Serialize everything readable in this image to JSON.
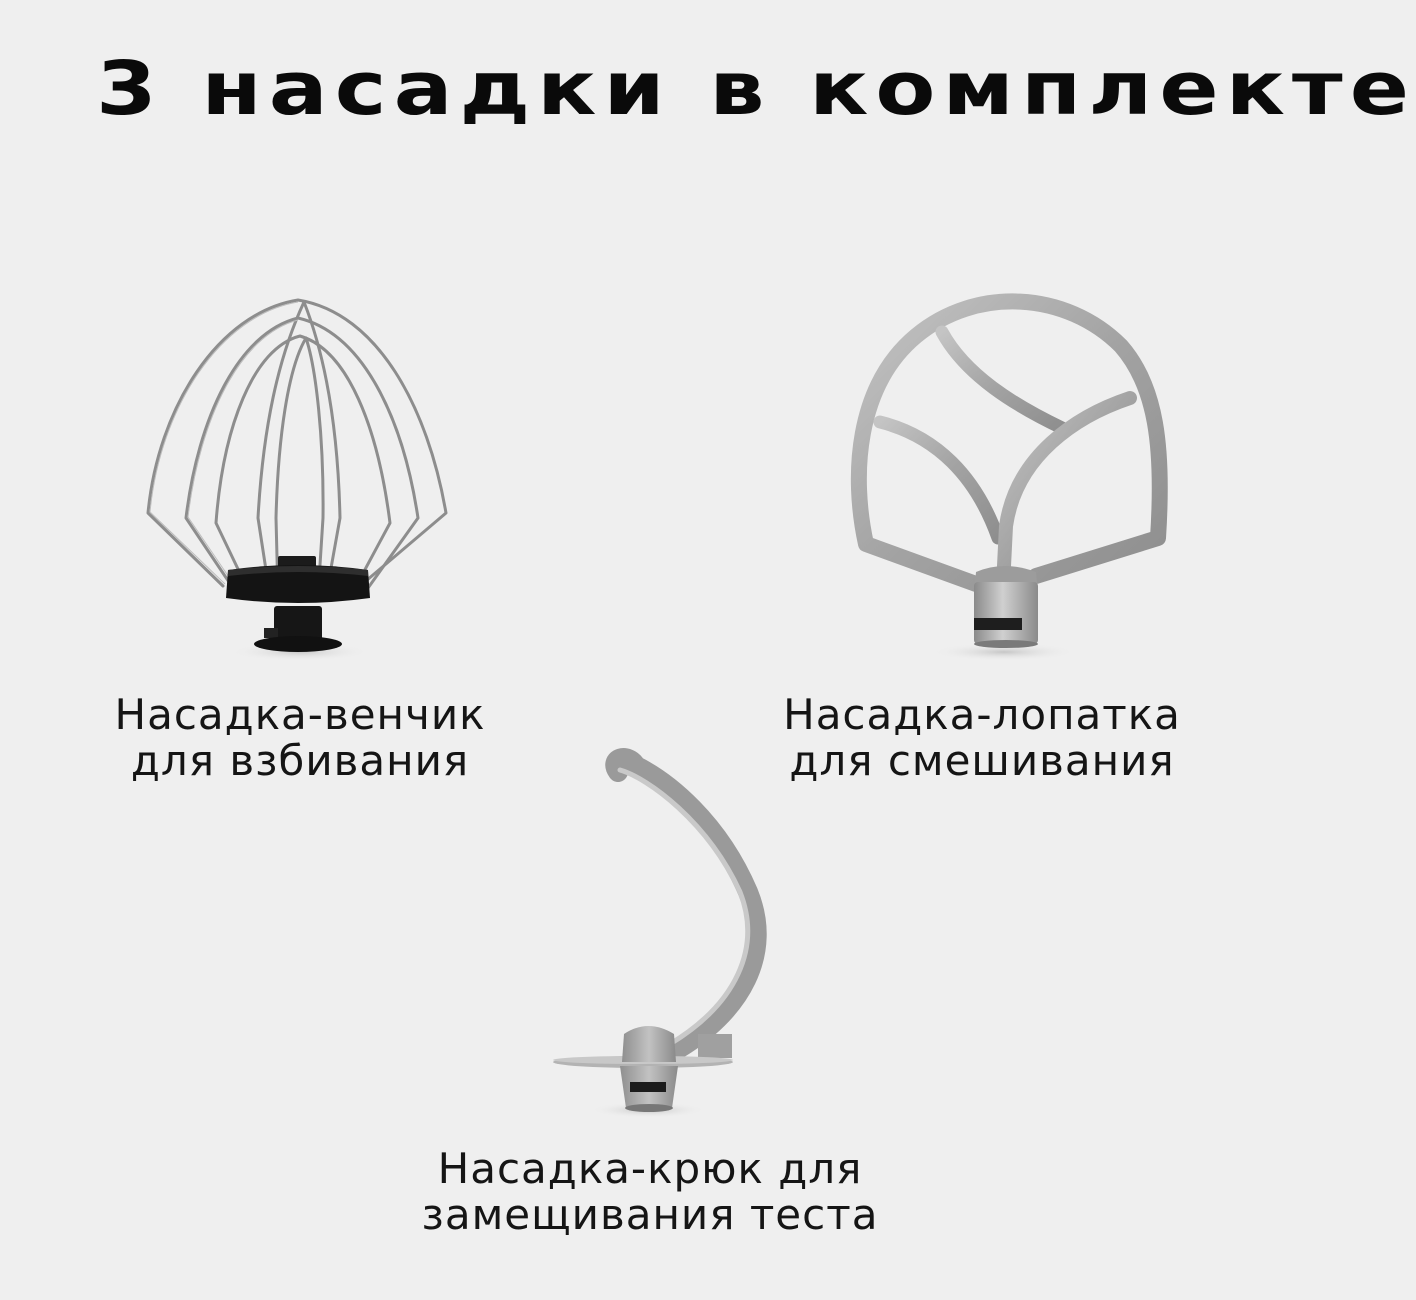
{
  "header": {
    "title": "3 насадки в комплекте"
  },
  "attachments": [
    {
      "id": "whisk",
      "icon": "wire-whisk-icon",
      "caption_lines": [
        "Насадка-венчик",
        "для взбивания"
      ]
    },
    {
      "id": "beater",
      "icon": "flat-beater-icon",
      "caption_lines": [
        "Насадка-лопатка",
        "для смешивания"
      ]
    },
    {
      "id": "hook",
      "icon": "dough-hook-icon",
      "caption_lines": [
        "Насадка-крюк для",
        "замещивания теста"
      ]
    }
  ],
  "colors": {
    "background": "#efefef",
    "text": "#111111",
    "metal": "#a9a9a9",
    "metal_dark": "#7d7d7d",
    "wire": "#8a8a8a",
    "whisk_base": "#151515"
  }
}
